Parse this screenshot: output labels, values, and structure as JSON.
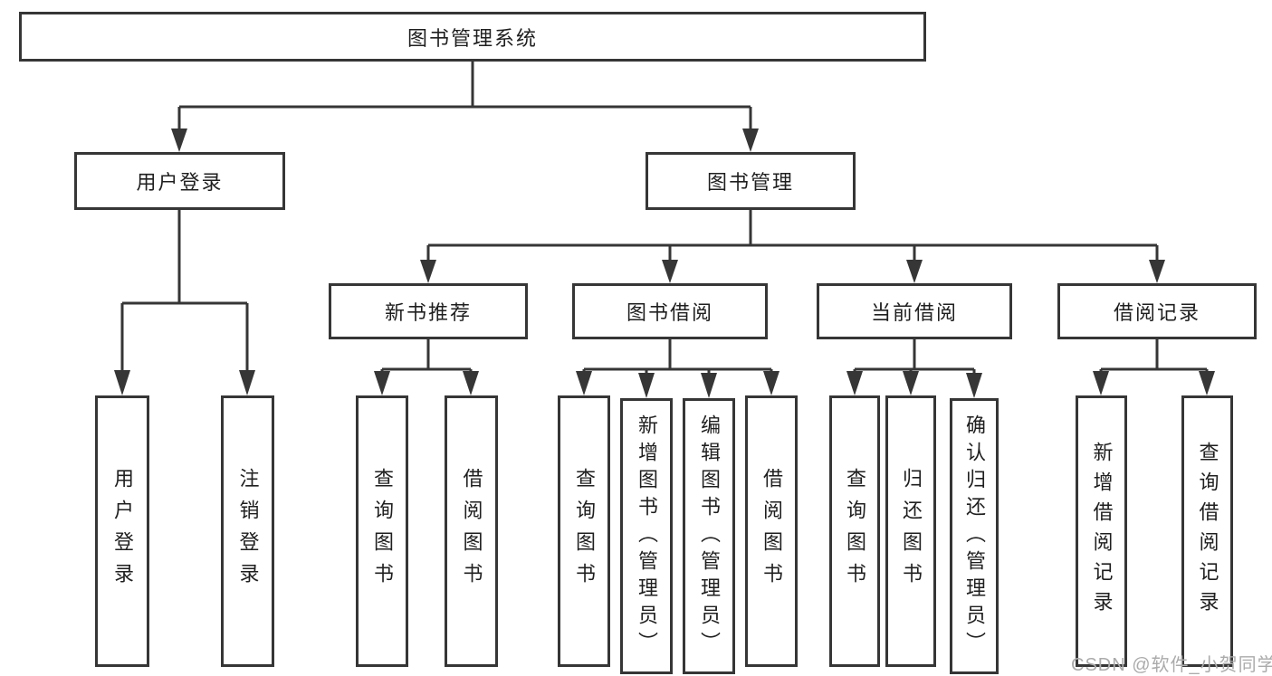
{
  "diagram": {
    "title": "图书管理系统",
    "nodes": {
      "root": "图书管理系统",
      "level2": [
        "用户登录",
        "图书管理"
      ],
      "level3": [
        "新书推荐",
        "图书借阅",
        "当前借阅",
        "借阅记录"
      ],
      "leaves": [
        "用户登录",
        "注销登录",
        "查询图书",
        "借阅图书",
        "查询图书",
        "新增图书（管理员）",
        "编辑图书（管理员）",
        "借阅图书",
        "查询图书",
        "归还图书",
        "确认归还（管理员）",
        "新增借阅记录",
        "查询借阅记录"
      ]
    },
    "hierarchy": {
      "用户登录": [
        "用户登录",
        "注销登录"
      ],
      "图书管理": [
        "新书推荐",
        "图书借阅",
        "当前借阅",
        "借阅记录"
      ],
      "新书推荐": [
        "查询图书",
        "借阅图书"
      ],
      "图书借阅": [
        "查询图书",
        "新增图书（管理员）",
        "编辑图书（管理员）",
        "借阅图书"
      ],
      "当前借阅": [
        "查询图书",
        "归还图书",
        "确认归还（管理员）"
      ],
      "借阅记录": [
        "新增借阅记录",
        "查询借阅记录"
      ]
    }
  },
  "watermark": "CSDN @软件_小贺同学",
  "colors": {
    "line": "#363636",
    "text": "#1f1f1f",
    "watermark": "#ababab",
    "background": "#ffffff"
  }
}
